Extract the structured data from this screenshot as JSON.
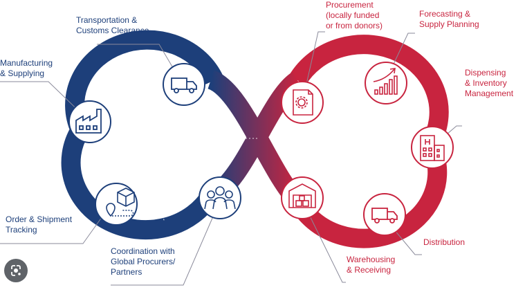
{
  "colors": {
    "blue": "#1d3f7a",
    "red": "#c8243f",
    "purple": "#6b3568",
    "line_grey": "#8a8a9a"
  },
  "labels": {
    "transportation": "Transportation &\nCustoms Clearance",
    "manufacturing": "Manufacturing\n& Supplying",
    "order_tracking": "Order & Shipment\nTracking",
    "coordination": "Coordination with\nGlobal Procurers/\nPartners",
    "procurement": "Procurement\n(locally funded\nor from donors)",
    "forecasting": "Forecasting &\nSupply Planning",
    "dispensing": "Dispensing\n& Inventory\nManagement",
    "distribution": "Distribution",
    "warehousing": "Warehousing\n& Receiving"
  },
  "icons": {
    "truck_blue": "truck-icon",
    "factory": "factory-icon",
    "package_tracking": "package-location-icon",
    "people": "people-group-icon",
    "document_gear": "document-gear-icon",
    "growth_chart": "growth-chart-icon",
    "hospital": "hospital-building-icon",
    "truck_red": "truck-icon",
    "warehouse": "warehouse-icon",
    "lens": "lens-search-icon"
  }
}
